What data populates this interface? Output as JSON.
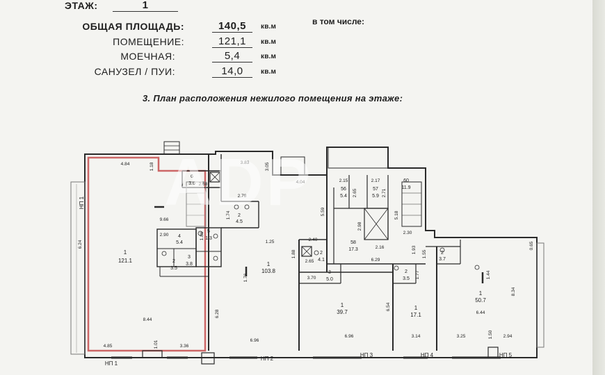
{
  "header": {
    "floor": {
      "label": "ЭТАЖ:",
      "value": "1"
    },
    "areas": [
      {
        "label": "ОБЩАЯ ПЛОЩАДЬ:",
        "value": "140,5",
        "unit": "кв.м"
      },
      {
        "label": "ПОМЕЩЕНИЕ:",
        "value": "121,1",
        "unit": "кв.м"
      },
      {
        "label": "МОЕЧНАЯ:",
        "value": "5,4",
        "unit": "кв.м"
      },
      {
        "label": "САНУЗЕЛ / ПУИ:",
        "value": "14,0",
        "unit": "кв.м"
      }
    ],
    "including": "в том числе:"
  },
  "section_title": "3. План расположения нежилого помещения на этаже:",
  "watermark": "ADP",
  "plan": {
    "rooms": [
      {
        "id": "1",
        "area": "121.1"
      },
      {
        "id": "1",
        "area": "103.8"
      },
      {
        "id": "1",
        "area": "39.7"
      },
      {
        "id": "1",
        "area": "17.1"
      },
      {
        "id": "1",
        "area": "50.7"
      },
      {
        "id": "2",
        "area": "3.5"
      },
      {
        "id": "3",
        "area": "3.8"
      },
      {
        "id": "4",
        "area": "5.4"
      },
      {
        "id": "5",
        "area": "1.3"
      },
      {
        "id": "6",
        "area": "3.6"
      },
      {
        "id": "2",
        "area": "4.5"
      },
      {
        "id": "2",
        "area": "4.1"
      },
      {
        "id": "3",
        "area": "5.0"
      },
      {
        "id": "2",
        "area": "3.5"
      },
      {
        "id": "2",
        "area": "3.7"
      },
      {
        "id": "56",
        "area": "5.4"
      },
      {
        "id": "57",
        "area": "5.9"
      },
      {
        "id": "58",
        "area": "17.3"
      },
      {
        "id": "60",
        "area": "11.9"
      }
    ],
    "dimensions": [
      "4.84",
      "1.18",
      "3.83",
      "3.05",
      "2.78",
      "4.04",
      "2.68",
      "9.66",
      "1.74",
      "2.90",
      "1.86",
      "1.25",
      "2.40",
      "5.59",
      "2.15",
      "2.65",
      "2.17",
      "2.71",
      "5.18",
      "2.30",
      "2.98",
      "2.16",
      "1.93",
      "1.55",
      "2.65",
      "6.29",
      "1.88",
      "1.76",
      "0.65",
      "1.44",
      "8.34",
      "3.70",
      "6.54",
      "1.77",
      "6.24",
      "8.44",
      "6.28",
      "6.96",
      "6.96",
      "6.44",
      "4.85",
      "1.01",
      "3.36",
      "3.14",
      "3.25",
      "1.50",
      "2.94"
    ],
    "zones": [
      "НП 1",
      "НП 1",
      "НП 2",
      "НП 3",
      "НП 4",
      "НП 5"
    ]
  }
}
